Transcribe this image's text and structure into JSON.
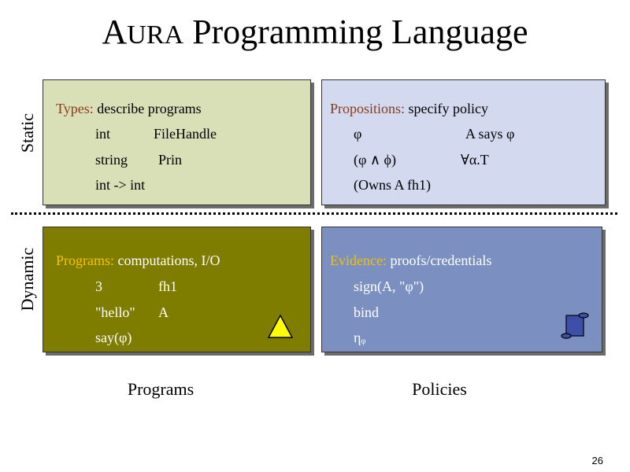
{
  "slide": {
    "title_cap1": "A",
    "title_small": "URA",
    "title_rest": " Programming Language",
    "page_number": "26"
  },
  "rows": {
    "static": "Static",
    "dynamic": "Dynamic"
  },
  "columns": {
    "programs": "Programs",
    "policies": "Policies"
  },
  "boxes": {
    "types": {
      "heading": "Types:",
      "desc": " describe programs",
      "a1": "int",
      "a2": "FileHandle",
      "b1": "string",
      "b2": "Prin",
      "c1": "int -> int",
      "bg": "#d9e0b8",
      "heading_color": "#8b3a1a"
    },
    "propositions": {
      "heading": "Propositions:",
      "desc": " specify policy",
      "a1": "φ",
      "a2": "A says φ",
      "b1": "(φ ∧ ϕ)",
      "b2": "∀α.T",
      "c1": "(Owns A fh1)",
      "bg": "#d3d9ef",
      "heading_color": "#8b3a1a"
    },
    "programs": {
      "heading": "Programs:",
      "desc": " computations, I/O",
      "a1": "3",
      "a2": "fh1",
      "b1": "\"hello\"",
      "b2": "A",
      "c1": "say(φ)",
      "bg": "#7f7d00",
      "heading_color": "#f5c000",
      "text_color": "#ffffff"
    },
    "evidence": {
      "heading": "Evidence:",
      "desc": " proofs/credentials",
      "a1": "sign(A, \"φ\")",
      "b1": "bind",
      "c1": "ηᵩ",
      "bg": "#7b90c0",
      "heading_color": "#f5c000",
      "text_color": "#ffffff"
    }
  },
  "icons": {
    "programs": "warning-triangle-icon",
    "evidence": "scroll-icon"
  }
}
